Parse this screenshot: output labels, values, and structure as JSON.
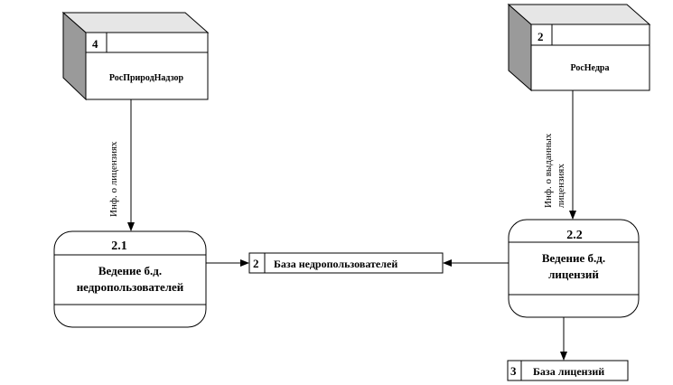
{
  "entities": [
    {
      "number": "4",
      "name": "РосПриродНадзор"
    },
    {
      "number": "2",
      "name": "РосНедра"
    }
  ],
  "processes": [
    {
      "number": "2.1",
      "line1": "Ведение б.д.",
      "line2": "недропользователей"
    },
    {
      "number": "2.2",
      "line1": "Ведение б.д.",
      "line2": "лицензий"
    }
  ],
  "stores": [
    {
      "number": "2",
      "name": "База недропользователей"
    },
    {
      "number": "3",
      "name": "База лицензий"
    }
  ],
  "flows": [
    {
      "line1": "Инф. о лицензиях"
    },
    {
      "line1": "Инф. о выданных",
      "line2": "лицензиях"
    }
  ]
}
